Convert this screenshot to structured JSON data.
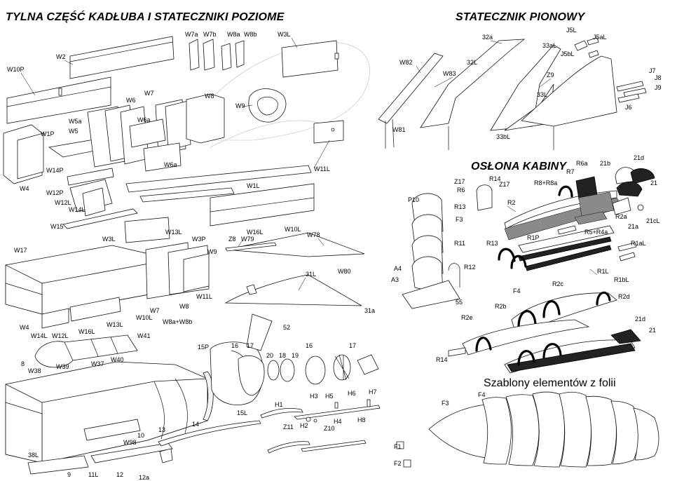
{
  "titles": {
    "rear_fuselage": "TYLNA CZĘŚĆ KADŁUBA I STATECZNIKI POZIOME",
    "vertical_stabilizer": "STATECZNIK PIONOWY",
    "canopy": "OSŁONA KABINY",
    "foil_templates": "Szablony elementów z folii"
  },
  "labels": {
    "w7a": "W7a",
    "w7b": "W7b",
    "w8a": "W8a",
    "w8b": "W8b",
    "w3l_top": "W3L",
    "w2": "W2",
    "w10p": "W10P",
    "w6": "W6",
    "w7": "W7",
    "w8": "W8",
    "w9_top": "W9",
    "w5a": "W5a",
    "w5": "W5",
    "w6a_1": "W6a",
    "w6a_2": "W6a",
    "w1p": "W1P",
    "w14p": "W14P",
    "w12p": "W12P",
    "w12l_top": "W12L",
    "w14l_top": "W14L",
    "w4_top": "W4",
    "w15": "W15",
    "w1l": "W1L",
    "w11l_top": "W11L",
    "w13l_top": "W13L",
    "w16l_top": "W16L",
    "w10l_top": "W10L",
    "z8": "Z8",
    "w79": "W79",
    "w78": "W78",
    "w80": "W80",
    "w17": "W17",
    "w3l_mid": "W3L",
    "w3p": "W3P",
    "w9_mid": "W9",
    "w11l_mid": "W11L",
    "w8_mid": "W8",
    "w7_mid": "W7",
    "w8a_w8b": "W8a+W8b",
    "w10l_mid": "W10L",
    "w13l_mid": "W13L",
    "w16l_mid": "W16L",
    "w12l_mid": "W12L",
    "w14l_mid": "W14L",
    "w4_mid": "W4",
    "p31l": "31L",
    "p31a": "31a",
    "p52": "52",
    "w41": "W41",
    "w40": "W40",
    "w37": "W37",
    "w39": "W39",
    "w38": "W38",
    "p8": "8",
    "p15p": "15P",
    "p16a": "16",
    "p17a": "17",
    "p20": "20",
    "p18": "18",
    "p19": "19",
    "p16b": "16",
    "p17b": "17",
    "p15l": "15L",
    "p14": "14",
    "p13": "13",
    "p10": "10",
    "w98": "W98",
    "p38l": "38L",
    "p11l": "11L",
    "p12": "12",
    "p9": "9",
    "p12a": "12a",
    "h1": "H1",
    "z11": "Z11",
    "h2": "H2",
    "h3": "H3",
    "z10": "Z10",
    "h5": "H5",
    "h6": "H6",
    "h4": "H4",
    "h7": "H7",
    "h8": "H8",
    "f1": "F1",
    "f2": "F2",
    "w82": "W82",
    "w83": "W83",
    "w81": "W81",
    "p32a": "32a",
    "p32l": "32L",
    "p33al": "33aL",
    "z9": "Z9",
    "p33l": "33L",
    "p33bl": "33bL",
    "j5l": "J5L",
    "j5al": "J5aL",
    "j5bl": "J5bL",
    "j7": "J7",
    "j8": "J8",
    "j9": "J9",
    "j6": "J6",
    "z17a": "Z17",
    "r14a": "R14",
    "z17b": "Z17",
    "r6": "R6",
    "r8r8a": "R8+R8a",
    "r7": "R7",
    "r6a": "R6a",
    "p21b": "21b",
    "p21d_a": "21d",
    "p21_a": "21",
    "r13a": "R13",
    "p10_c": "P10",
    "r2": "R2",
    "p21a": "21a",
    "p21cl": "21cL",
    "r2a": "R2a",
    "r5r4a": "R5+R4a",
    "f3": "F3",
    "r1p": "R1P",
    "r11": "R11",
    "r13b": "R13",
    "r12": "R12",
    "r1al": "R1aL",
    "a4": "A4",
    "a3": "A3",
    "r1l": "R1L",
    "r1bl": "R1bL",
    "p55": "55",
    "f4": "F4",
    "r2c": "R2c",
    "r2b": "R2b",
    "r2d": "R2d",
    "r2e": "R2e",
    "p21d_b": "21d",
    "p21_b": "21",
    "r14b": "R14",
    "f3_t": "F3",
    "f4_t": "F4"
  }
}
